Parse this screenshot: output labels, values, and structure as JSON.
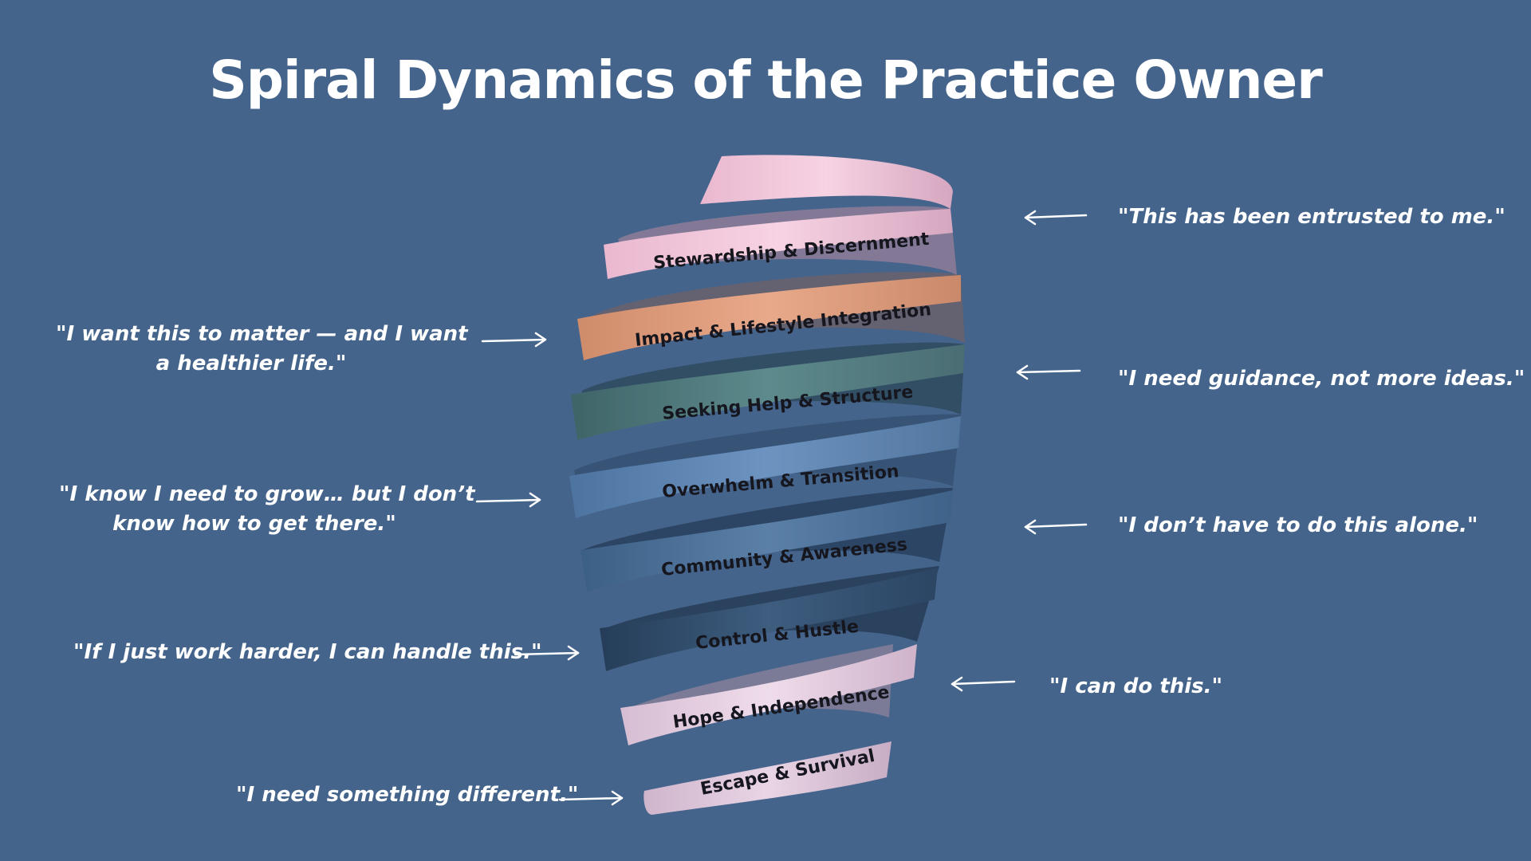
{
  "title": "Spiral Dynamics of the Practice Owner",
  "stages": [
    {
      "label": "Stewardship & Discernment",
      "color": "#f1bfd6"
    },
    {
      "label": "Impact & Lifestyle Integration",
      "color": "#d99a7a"
    },
    {
      "label": "Seeking Help & Structure",
      "color": "#577d84"
    },
    {
      "label": "Overwhelm & Transition",
      "color": "#5a7ea8"
    },
    {
      "label": "Community & Awareness",
      "color": "#4d6f93"
    },
    {
      "label": "Control & Hustle",
      "color": "#34506e"
    },
    {
      "label": "Hope & Independence",
      "color": "#e3cadf"
    },
    {
      "label": "Escape & Survival",
      "color": "#dbc3d6"
    }
  ],
  "quotes": {
    "stewardship": "\"This has been entrusted to me.\"",
    "impact_line1": "\"I want this to matter — and I want",
    "impact_line2": "a healthier life.\"",
    "seeking": "\"I need guidance, not more ideas.\"",
    "overwhelm_line1": "\"I know I need to grow… but I don’t",
    "overwhelm_line2": "know how to get there.\"",
    "community": "\"I don’t have to do this alone.\"",
    "control": "\"If I just work harder, I can handle this.\"",
    "hope": "\"I can do this.\"",
    "escape": "\"I need something different.\""
  },
  "colors": {
    "background": "#45648c",
    "text": "#ffffff",
    "label_text": "#16161e"
  }
}
